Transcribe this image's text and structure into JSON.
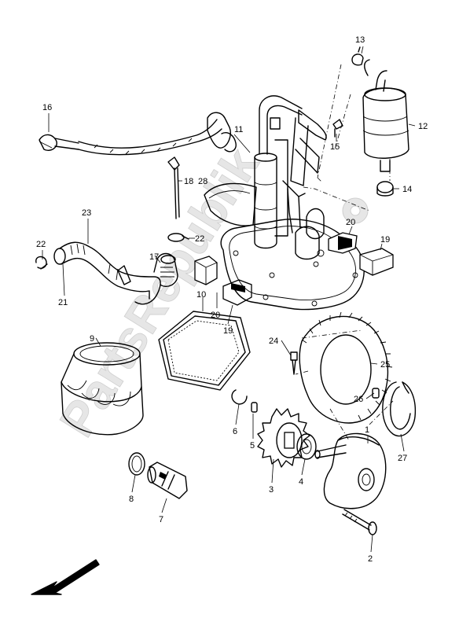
{
  "watermark": "PartsRepublik",
  "callouts": [
    {
      "id": "c1",
      "text": "1"
    },
    {
      "id": "c2",
      "text": "2"
    },
    {
      "id": "c3",
      "text": "3"
    },
    {
      "id": "c4",
      "text": "4"
    },
    {
      "id": "c5",
      "text": "5"
    },
    {
      "id": "c6",
      "text": "6"
    },
    {
      "id": "c7",
      "text": "7"
    },
    {
      "id": "c8",
      "text": "8"
    },
    {
      "id": "c9",
      "text": "9"
    },
    {
      "id": "c10",
      "text": "10"
    },
    {
      "id": "c11",
      "text": "11"
    },
    {
      "id": "c12",
      "text": "12"
    },
    {
      "id": "c13",
      "text": "13"
    },
    {
      "id": "c14",
      "text": "14"
    },
    {
      "id": "c15",
      "text": "15"
    },
    {
      "id": "c16",
      "text": "16"
    },
    {
      "id": "c17",
      "text": "17"
    },
    {
      "id": "c18",
      "text": "18"
    },
    {
      "id": "c28",
      "text": "28"
    },
    {
      "id": "c19a",
      "text": "19"
    },
    {
      "id": "c19b",
      "text": "19"
    },
    {
      "id": "c20a",
      "text": "20"
    },
    {
      "id": "c20b",
      "text": "20"
    },
    {
      "id": "c21",
      "text": "21"
    },
    {
      "id": "c22a",
      "text": "22"
    },
    {
      "id": "c22b",
      "text": "22"
    },
    {
      "id": "c23",
      "text": "23"
    },
    {
      "id": "c24",
      "text": "24"
    },
    {
      "id": "c25",
      "text": "25"
    },
    {
      "id": "c26",
      "text": "26"
    },
    {
      "id": "c27",
      "text": "27"
    }
  ]
}
